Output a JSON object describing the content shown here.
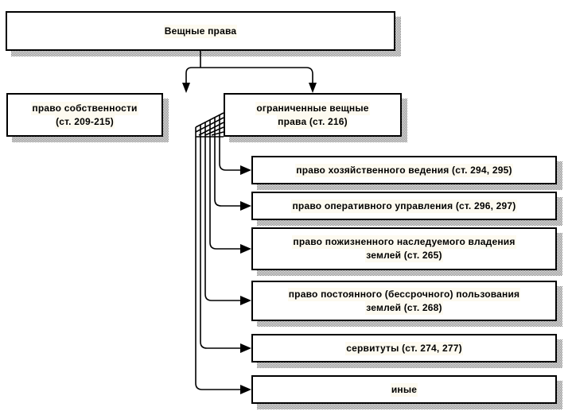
{
  "diagram": {
    "title_text": "Вещные права",
    "root": {
      "id": "veshnye-prava",
      "label": "Вещные права"
    },
    "level2": [
      {
        "id": "pravo-sobstvennosti",
        "label_line1": "право собственности",
        "label_line2": "(ст. 209-215)"
      },
      {
        "id": "ogranichennye-veshnye-prava",
        "label_line1": "ограниченные вещные",
        "label_line2": "права (ст. 216)"
      }
    ],
    "level3": [
      {
        "id": "pravo-hozyaystvennogo-vedeniya",
        "label_line1": "право хозяйственного ведения (ст. 294, 295)",
        "label_line2": ""
      },
      {
        "id": "pravo-operativnogo-upravleniya",
        "label_line1": "право оперативного управления (ст. 296, 297)",
        "label_line2": ""
      },
      {
        "id": "pravo-pozhiznennogo-nasleduemogo-vladeniya",
        "label_line1": "право пожизненного наследуемого владения",
        "label_line2": "землей (ст. 265)"
      },
      {
        "id": "pravo-postoyannogo-polzovaniya",
        "label_line1": "право постоянного (бессрочного) пользования",
        "label_line2": "землей (ст. 268)"
      },
      {
        "id": "servituty",
        "label_line1": "сервитуты (ст. 274, 277)",
        "label_line2": ""
      },
      {
        "id": "inye",
        "label_line1": "иные",
        "label_line2": ""
      }
    ],
    "colors": {
      "stroke": "#000000",
      "box_fill": "#ffffff",
      "text_highlight": "#fdfaf0",
      "shadow": "#777777"
    }
  }
}
